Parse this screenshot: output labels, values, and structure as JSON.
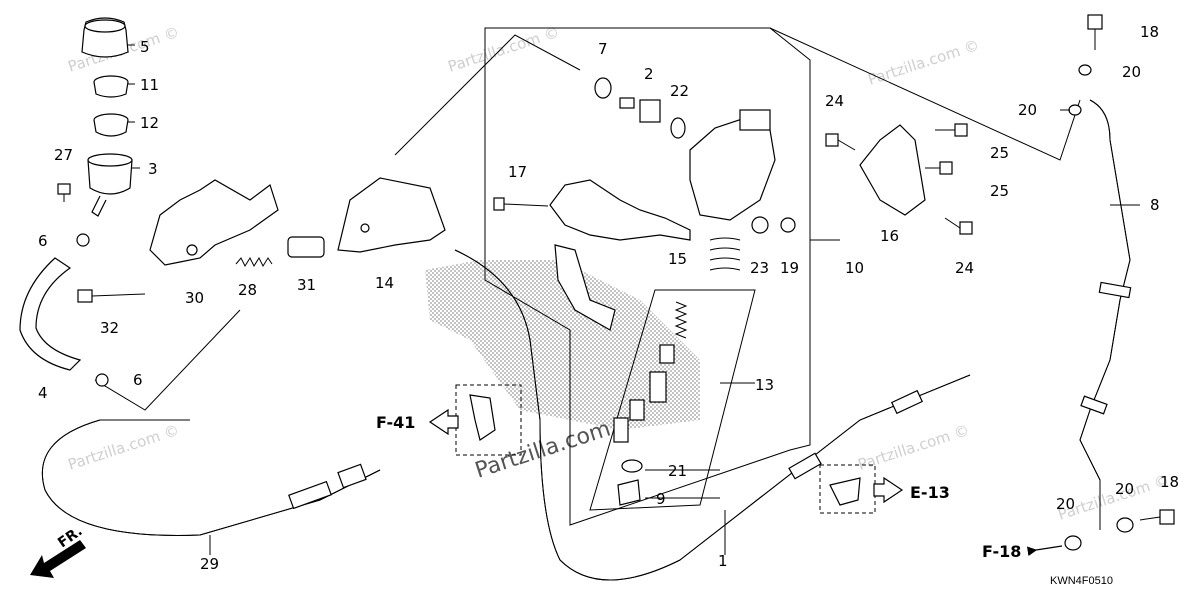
{
  "diagram": {
    "part_labels": {
      "p1": "1",
      "p2": "2",
      "p3": "3",
      "p4": "4",
      "p5": "5",
      "p6a": "6",
      "p6b": "6",
      "p7": "7",
      "p8": "8",
      "p9": "9",
      "p10": "10",
      "p11": "11",
      "p12": "12",
      "p13": "13",
      "p14": "14",
      "p15": "15",
      "p16": "16",
      "p17": "17",
      "p18a": "18",
      "p18b": "18",
      "p19": "19",
      "p20a": "20",
      "p20b": "20",
      "p20c": "20",
      "p20d": "20",
      "p21": "21",
      "p22": "22",
      "p23": "23",
      "p24a": "24",
      "p24b": "24",
      "p25a": "25",
      "p25b": "25",
      "p27": "27",
      "p28": "28",
      "p29": "29",
      "p30": "30",
      "p31": "31",
      "p32": "32"
    },
    "refs": {
      "f41": "F-41",
      "e13": "E-13",
      "f18": "F-18"
    },
    "front_arrow": "FR.",
    "drawing_code": "KWN4F0510",
    "watermarks": {
      "w1": "Partzilla.com ©",
      "w2": "Partzilla.com ©",
      "w3": "Partzilla.com ©",
      "w4": "Partzilla.com ©",
      "w5": "Partzilla.com ©",
      "w6": "Partzilla.com ©",
      "center": "Partzilla.com"
    }
  }
}
